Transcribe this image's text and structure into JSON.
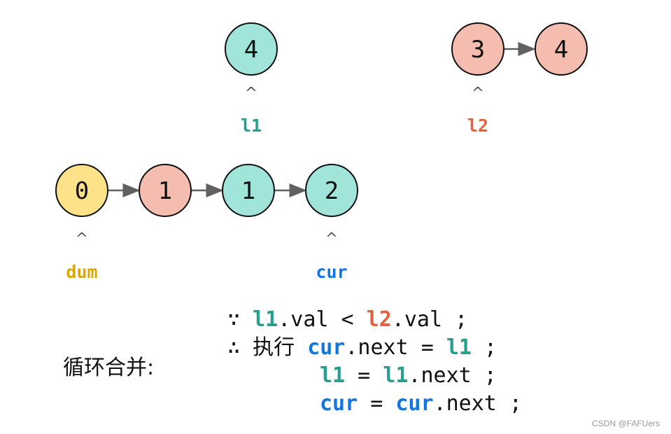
{
  "colors": {
    "teal_fill": "#a0e4da",
    "pink_fill": "#f4bdb0",
    "yellow_fill": "#fde28a",
    "l1": "#26a08e",
    "l2": "#e4603e",
    "dum": "#d9a70a",
    "cur": "#1275e0",
    "arrow": "#606060"
  },
  "nodes": [
    {
      "id": "l1-top",
      "value": "4",
      "color": "teal_fill"
    },
    {
      "id": "l2-first",
      "value": "3",
      "color": "pink_fill"
    },
    {
      "id": "l2-second",
      "value": "4",
      "color": "pink_fill"
    },
    {
      "id": "dum-node",
      "value": "0",
      "color": "yellow_fill"
    },
    {
      "id": "merged-1a",
      "value": "1",
      "color": "pink_fill"
    },
    {
      "id": "merged-1b",
      "value": "1",
      "color": "teal_fill"
    },
    {
      "id": "merged-2",
      "value": "2",
      "color": "teal_fill"
    }
  ],
  "pointers": {
    "caret": "^",
    "l1": "l1",
    "l2": "l2",
    "dum": "dum",
    "cur": "cur"
  },
  "code": {
    "because": "∵",
    "therefore": "∴",
    "execute": "执行",
    "l1": "l1",
    "l2": "l2",
    "cur": "cur",
    "val": ".val",
    "lt": " < ",
    "next": ".next",
    "eq": " = ",
    "semi": " ;"
  },
  "label": "循环合并:",
  "watermark": "CSDN @FAFUers"
}
